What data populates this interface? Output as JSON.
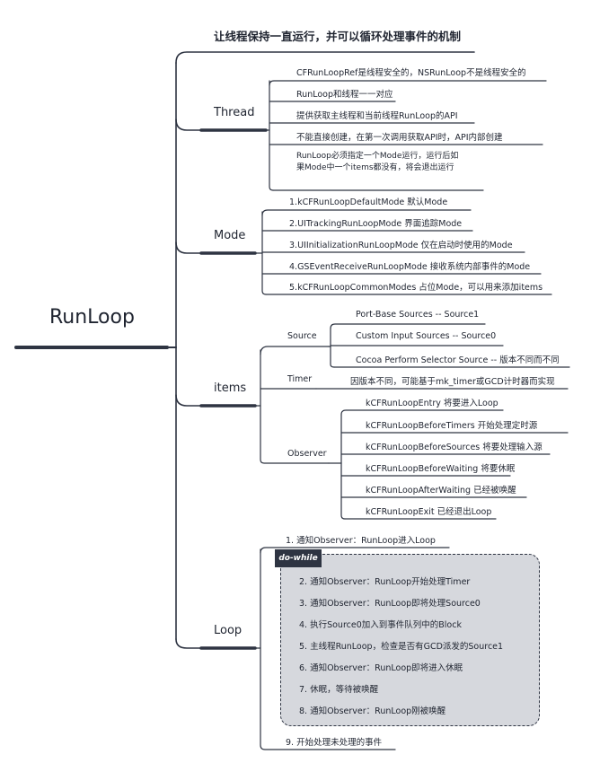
{
  "root": "RunLoop",
  "title": "让线程保持一直运行，并可以循环处理事件的机制",
  "branches": {
    "thread": {
      "label": "Thread",
      "items": [
        "CFRunLoopRef是线程安全的，NSRunLoop不是线程安全的",
        "RunLoop和线程一一对应",
        "提供获取主线程和当前线程RunLoop的API",
        "不能直接创建，在第一次调用获取API时，API内部创建",
        "RunLoop必须指定一个Mode运行，运行后如\n果Mode中一个items都没有，将会退出运行"
      ]
    },
    "mode": {
      "label": "Mode",
      "items": [
        "1.kCFRunLoopDefaultMode 默认Mode",
        "2.UITrackingRunLoopMode 界面追踪Mode",
        "3.UIInitializationRunLoopMode 仅在启动时使用的Mode",
        "4.GSEventReceiveRunLoopMode 接收系统内部事件的Mode",
        "5.kCFRunLoopCommonModes 占位Mode，可以用来添加items"
      ]
    },
    "items": {
      "label": "items",
      "source": {
        "label": "Source",
        "items": [
          "Port-Base Sources -- Source1",
          "Custom Input Sources -- Source0",
          "Cocoa Perform Selector Source -- 版本不同而不同"
        ]
      },
      "timer": {
        "label": "Timer",
        "desc": "因版本不同，可能基于mk_timer或GCD计时器而实现"
      },
      "observer": {
        "label": "Observer",
        "items": [
          "kCFRunLoopEntry 将要进入Loop",
          "kCFRunLoopBeforeTimers 开始处理定时源",
          "kCFRunLoopBeforeSources 将要处理输入源",
          "kCFRunLoopBeforeWaiting 将要休眠",
          "kCFRunLoopAfterWaiting 已经被唤醒",
          "kCFRunLoopExit 已经退出Loop"
        ]
      }
    },
    "loop": {
      "label": "Loop",
      "first": "1. 通知Observer：RunLoop进入Loop",
      "dowhile_label": "do-while",
      "steps": [
        "2. 通知Observer：RunLoop开始处理Timer",
        "3. 通知Observer：RunLoop即将处理Source0",
        "4. 执行Source0加入到事件队列中的Block",
        "5. 主线程RunLoop，检查是否有GCD派发的Source1",
        "6. 通知Observer：RunLoop即将进入休眠",
        "7. 休眠，等待被唤醒",
        "8. 通知Observer：RunLoop刚被唤醒"
      ],
      "last": "9. 开始处理未处理的事件"
    }
  },
  "colors": {
    "line": "#2e3442",
    "dowhile_fill": "#d6d8dd",
    "text": "#1f2430"
  }
}
